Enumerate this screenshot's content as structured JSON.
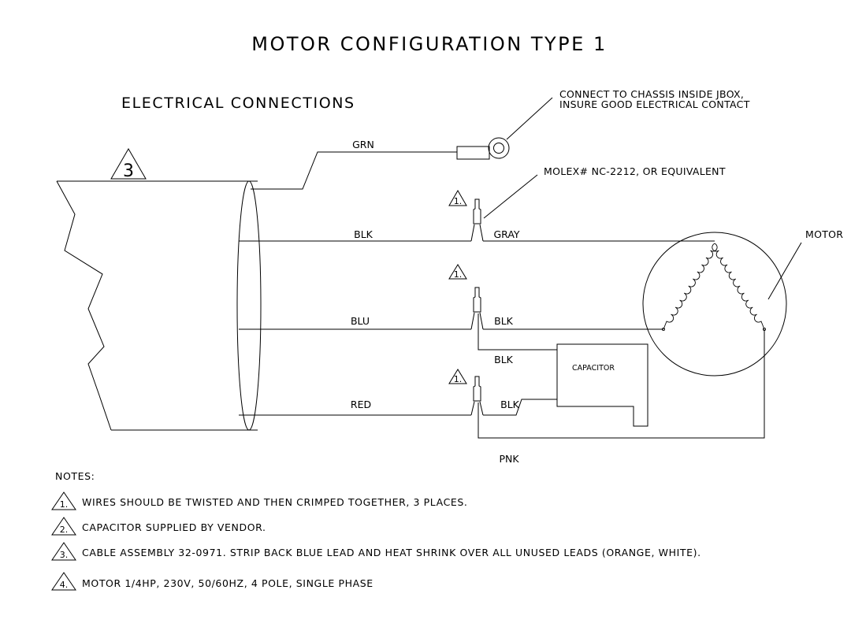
{
  "title": "MOTOR CONFIGURATION TYPE 1",
  "section_title": "ELECTRICAL CONNECTIONS",
  "cable_marker": "3",
  "callouts": {
    "chassis_line1": "CONNECT TO CHASSIS INSIDE JBOX,",
    "chassis_line2": "INSURE GOOD ELECTRICAL CONTACT",
    "molex": "MOLEX# NC-2212, OR EQUIVALENT",
    "motor": "MOTOR"
  },
  "wire_labels": {
    "grn": "GRN",
    "blk_cable": "BLK",
    "gray": "GRAY",
    "blu": "BLU",
    "blk_motor": "BLK",
    "blk_cap": "BLK",
    "red": "RED",
    "blk_cap2": "BLK",
    "pnk": "PNK"
  },
  "component_labels": {
    "capacitor": "CAPACITOR"
  },
  "connector_markers": [
    "1.",
    "1.",
    "1."
  ],
  "notes": {
    "heading": "NOTES:",
    "items": [
      {
        "marker": "1.",
        "text": "WIRES SHOULD BE TWISTED AND THEN CRIMPED TOGETHER, 3 PLACES."
      },
      {
        "marker": "2.",
        "text": "CAPACITOR SUPPLIED BY VENDOR."
      },
      {
        "marker": "3.",
        "text": "CABLE ASSEMBLY 32-0971. STRIP BACK BLUE LEAD AND HEAT SHRINK OVER ALL UNUSED LEADS (ORANGE, WHITE)."
      },
      {
        "marker": "4.",
        "text": "MOTOR 1/4HP, 230V, 50/60HZ, 4 POLE, SINGLE PHASE"
      }
    ]
  }
}
